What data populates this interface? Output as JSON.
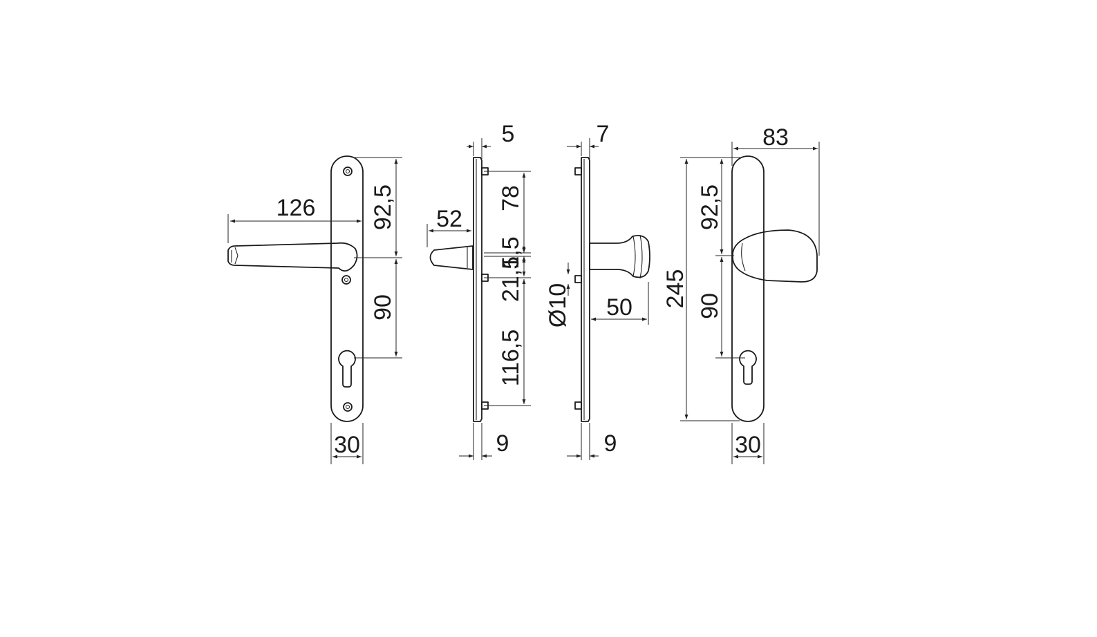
{
  "colors": {
    "background": "#ffffff",
    "line": "#1a1a1a"
  },
  "views": {
    "lever_front": {
      "lever_length": "126",
      "upper_height": "92,5",
      "lower_height": "90",
      "plate_width": "30"
    },
    "lever_side": {
      "plate_depth": "5",
      "lever_projection": "52",
      "top_spacing": "78",
      "spacing_small": "1,5",
      "spacing_mid": "21,5",
      "bottom_spacing": "116,5",
      "base_depth": "9"
    },
    "knob_side": {
      "plate_depth": "7",
      "hole_diameter": "Ø10",
      "knob_projection": "50",
      "base_depth": "9"
    },
    "knob_front": {
      "knob_width": "83",
      "upper_height": "92,5",
      "total_height": "245",
      "lower_height": "90",
      "plate_width": "30"
    }
  }
}
